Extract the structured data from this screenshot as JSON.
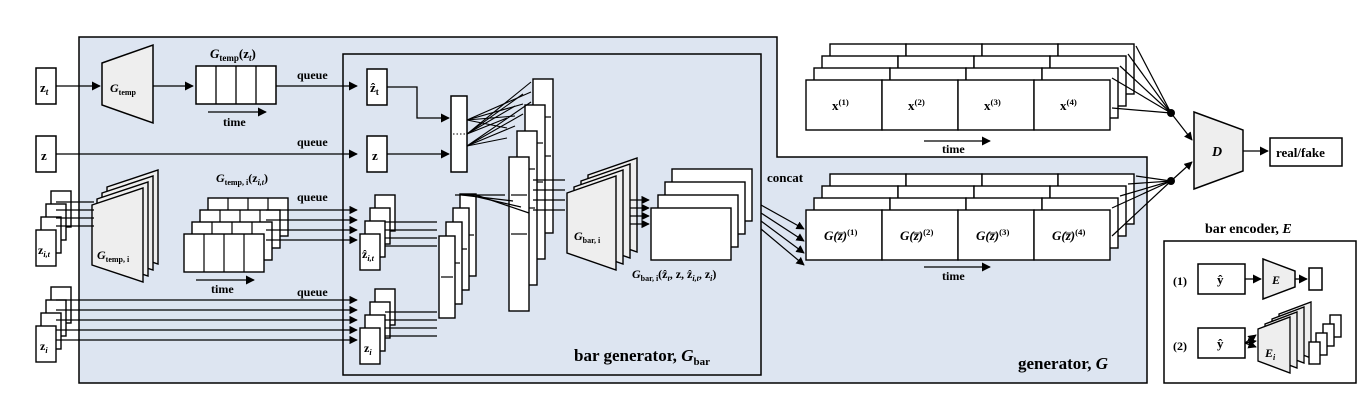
{
  "colors": {
    "panel_fill": "#dde5f1",
    "stroke": "#000000",
    "box_fill": "#ffffff",
    "shape_fill": "#eeeeee"
  },
  "inputs": {
    "z_t": "z",
    "z_t_sub": "t",
    "z": "z",
    "z_it": "z",
    "z_it_sub": "i,t",
    "z_i": "z",
    "z_i_sub": "i"
  },
  "temporal": {
    "g_temp": "G",
    "g_temp_sub": "temp",
    "g_temp_out": "G",
    "g_temp_out_sub": "temp",
    "g_temp_out_arg": "(z",
    "g_temp_out_arg_sub": "t",
    "g_temp_out_close": ")",
    "g_temp_i": "G",
    "g_temp_i_sub": "temp, i",
    "g_temp_i_out": "G",
    "g_temp_i_out_sub": "temp, i",
    "g_temp_i_out_arg": "(z",
    "g_temp_i_out_arg_sub": "i,t",
    "g_temp_i_out_close": ")",
    "time_label": "time"
  },
  "labels": {
    "queue": "queue",
    "concat": "concat",
    "time": "time",
    "real_fake": "real/fake"
  },
  "bar_gen": {
    "zhat_t": "ẑ",
    "zhat_t_sub": "t",
    "z": "z",
    "zhat_it": "ẑ",
    "zhat_it_sub": "i,t",
    "z_i": "z",
    "z_i_sub": "i",
    "g_bar_i": "G",
    "g_bar_i_sub": "bar, i",
    "output": "G",
    "output_sub": "bar, i",
    "output_args": "(ẑ",
    "output_args2": ", z, ẑ",
    "output_args3": ", z",
    "output_args4": ")",
    "title": "bar generator, ",
    "title_g": "G",
    "title_g_sub": "bar"
  },
  "generator_title": "generator, ",
  "generator_title_g": "G",
  "real_row": {
    "items": [
      "x",
      "x",
      "x",
      "x"
    ],
    "sups": [
      "(1)",
      "(2)",
      "(3)",
      "(4)"
    ]
  },
  "gen_row": {
    "items": [
      "G(z̅)",
      "G(z̅)",
      "G(z̅)",
      "G(z̅)"
    ],
    "sups": [
      "(1)",
      "(2)",
      "(3)",
      "(4)"
    ]
  },
  "discriminator": "D",
  "bar_encoder": {
    "title": "bar encoder, ",
    "title_e": "E",
    "row1_num": "(1)",
    "row1_y": "ŷ",
    "row1_enc": "E",
    "row2_num": "(2)",
    "row2_y": "ŷ",
    "row2_enc": "E",
    "row2_enc_sub": "i"
  }
}
